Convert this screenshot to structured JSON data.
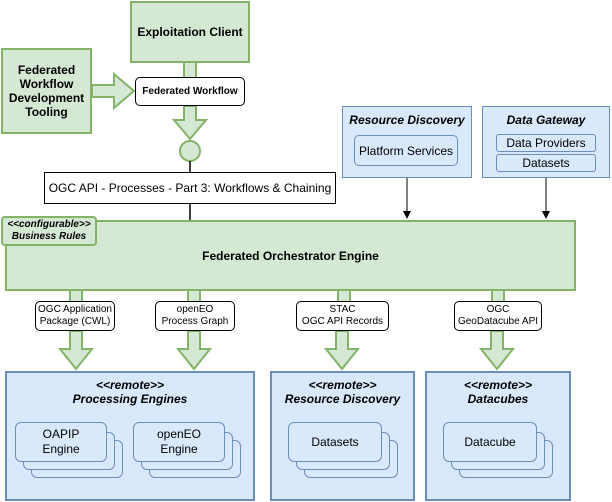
{
  "nodes": {
    "exploitation_client": "Exploitation Client",
    "fed_tooling": "Federated Workflow Development Tooling",
    "fed_workflow": "Federated Workflow",
    "ogc_processes": "OGC API - Processes - Part 3: Workflows & Chaining",
    "config_stereo": "<<configurable>>",
    "config_name": "Business Rules",
    "orchestrator": "Federated Orchestrator Engine",
    "resource_discovery_top": {
      "title": "Resource Discovery",
      "item": "Platform Services"
    },
    "data_gateway": {
      "title": "Data Gateway",
      "items": [
        "Data Providers",
        "Datasets"
      ]
    }
  },
  "connectors": {
    "c1": [
      "OGC Application",
      "Package (CWL)"
    ],
    "c2": [
      "openEO",
      "Process Graph"
    ],
    "c3": [
      "STAC",
      "OGC API Records"
    ],
    "c4": [
      "OGC",
      "GeoDatacube API"
    ]
  },
  "remote": {
    "processing": {
      "stereo": "<<remote>>",
      "title": "Processing Engines",
      "engines": [
        [
          "OAPIP",
          "Engine"
        ],
        [
          "openEO",
          "Engine"
        ]
      ]
    },
    "discovery": {
      "stereo": "<<remote>>",
      "title": "Resource Discovery",
      "item": "Datasets"
    },
    "datacubes": {
      "stereo": "<<remote>>",
      "title": "Datacubes",
      "item": "Datacube"
    }
  },
  "colors": {
    "green_fill": "#d5e8d4",
    "green_stroke": "#82b366",
    "blue_fill": "#dae8fc",
    "blue_stroke": "#6c8ebf"
  }
}
